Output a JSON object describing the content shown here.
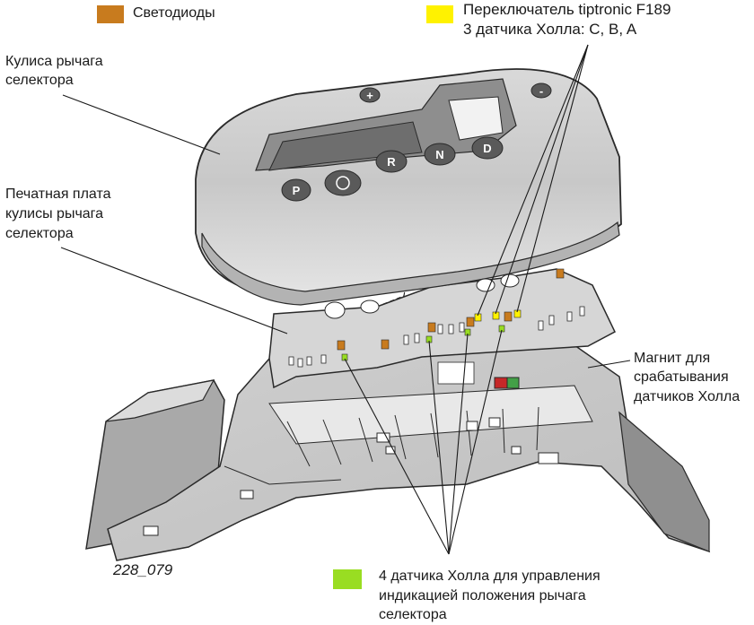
{
  "legend": {
    "leds": {
      "label": "Светодиоды",
      "color": "#c87b1e"
    },
    "tiptronic": {
      "line1": "Переключатель tiptronic F189",
      "line2": "3 датчика Холла: C, B, A",
      "color": "#fff200"
    },
    "hall4": {
      "line1": "4 датчика Холла для управления",
      "line2": "индикацией положения рычага",
      "line3": "селектора",
      "color": "#99dd22"
    }
  },
  "callouts": {
    "gate": {
      "line1": "Кулиса рычага",
      "line2": "селектора"
    },
    "pcb": {
      "line1": "Печатная плата",
      "line2": "кулисы рычага",
      "line3": "селектора"
    },
    "magnet": {
      "line1": "Магнит для",
      "line2": "срабатывания",
      "line3": "датчиков Холла"
    }
  },
  "buttons": {
    "p": "P",
    "r": "R",
    "n": "N",
    "d": "D",
    "plus": "+",
    "minus": "-"
  },
  "figure_number": "228_079",
  "colors": {
    "housing_light": "#e6e6e6",
    "housing_mid": "#c9c9c9",
    "housing_dark": "#8a8a8a",
    "base": "#d2d2d2",
    "outline": "#2a2a2a",
    "magnet_red": "#c62828",
    "magnet_green": "#43a047"
  }
}
